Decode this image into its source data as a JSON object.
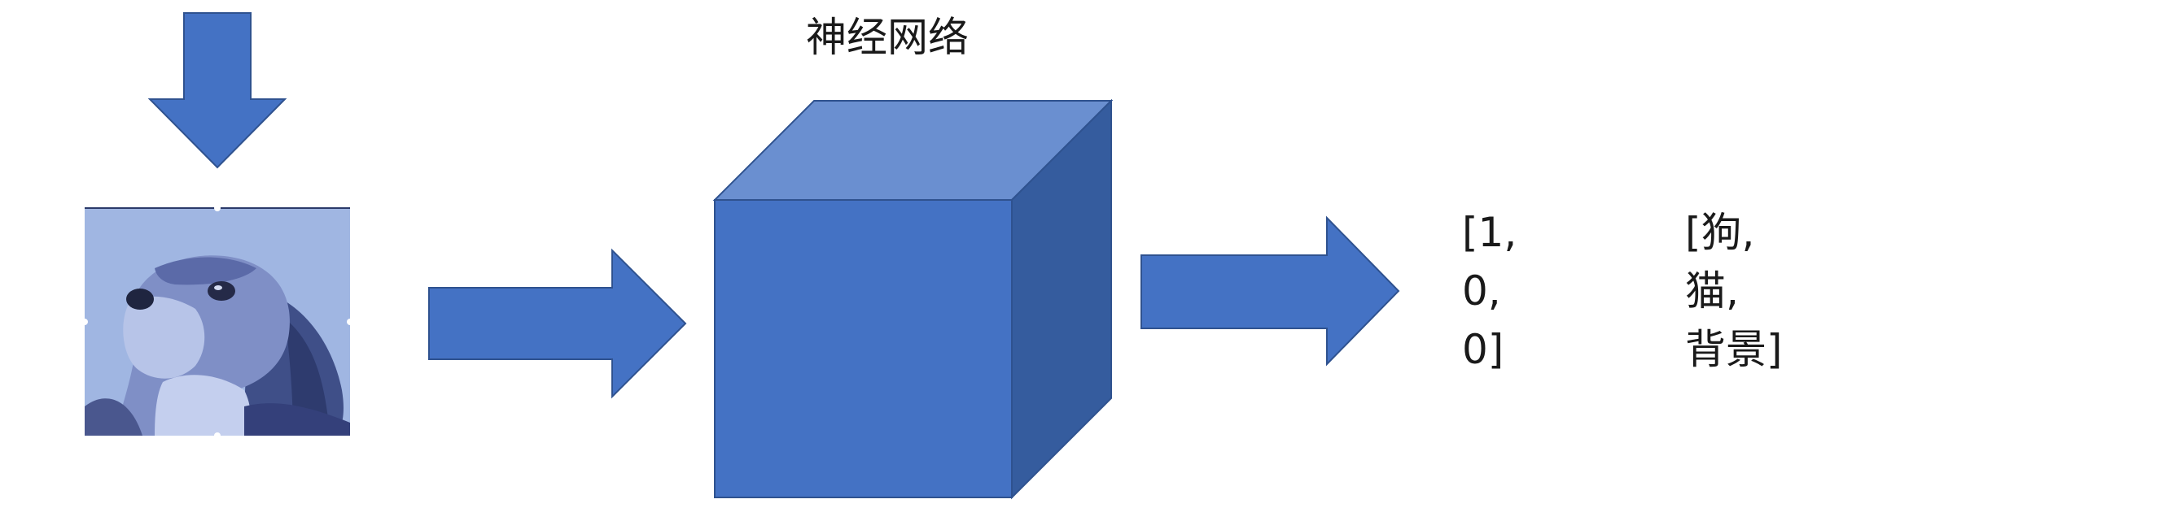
{
  "diagram": {
    "title": "神经网络",
    "output_vector": [
      "[1,",
      "0,",
      "0]"
    ],
    "class_names": [
      "[狗,",
      "猫,",
      "背景]"
    ],
    "icons": {
      "input_arrow": "down-arrow-icon",
      "forward_arrows": "right-arrow-icon",
      "network": "cube-icon",
      "input_image": "dog-photo-image"
    },
    "colors": {
      "arrow_fill": "#4472c4",
      "cube_front": "#4472c4",
      "cube_top": "#6a8fd0",
      "cube_side": "#355c9e",
      "outline": "#2f528f",
      "image_tint": "#a0b6e2"
    }
  }
}
